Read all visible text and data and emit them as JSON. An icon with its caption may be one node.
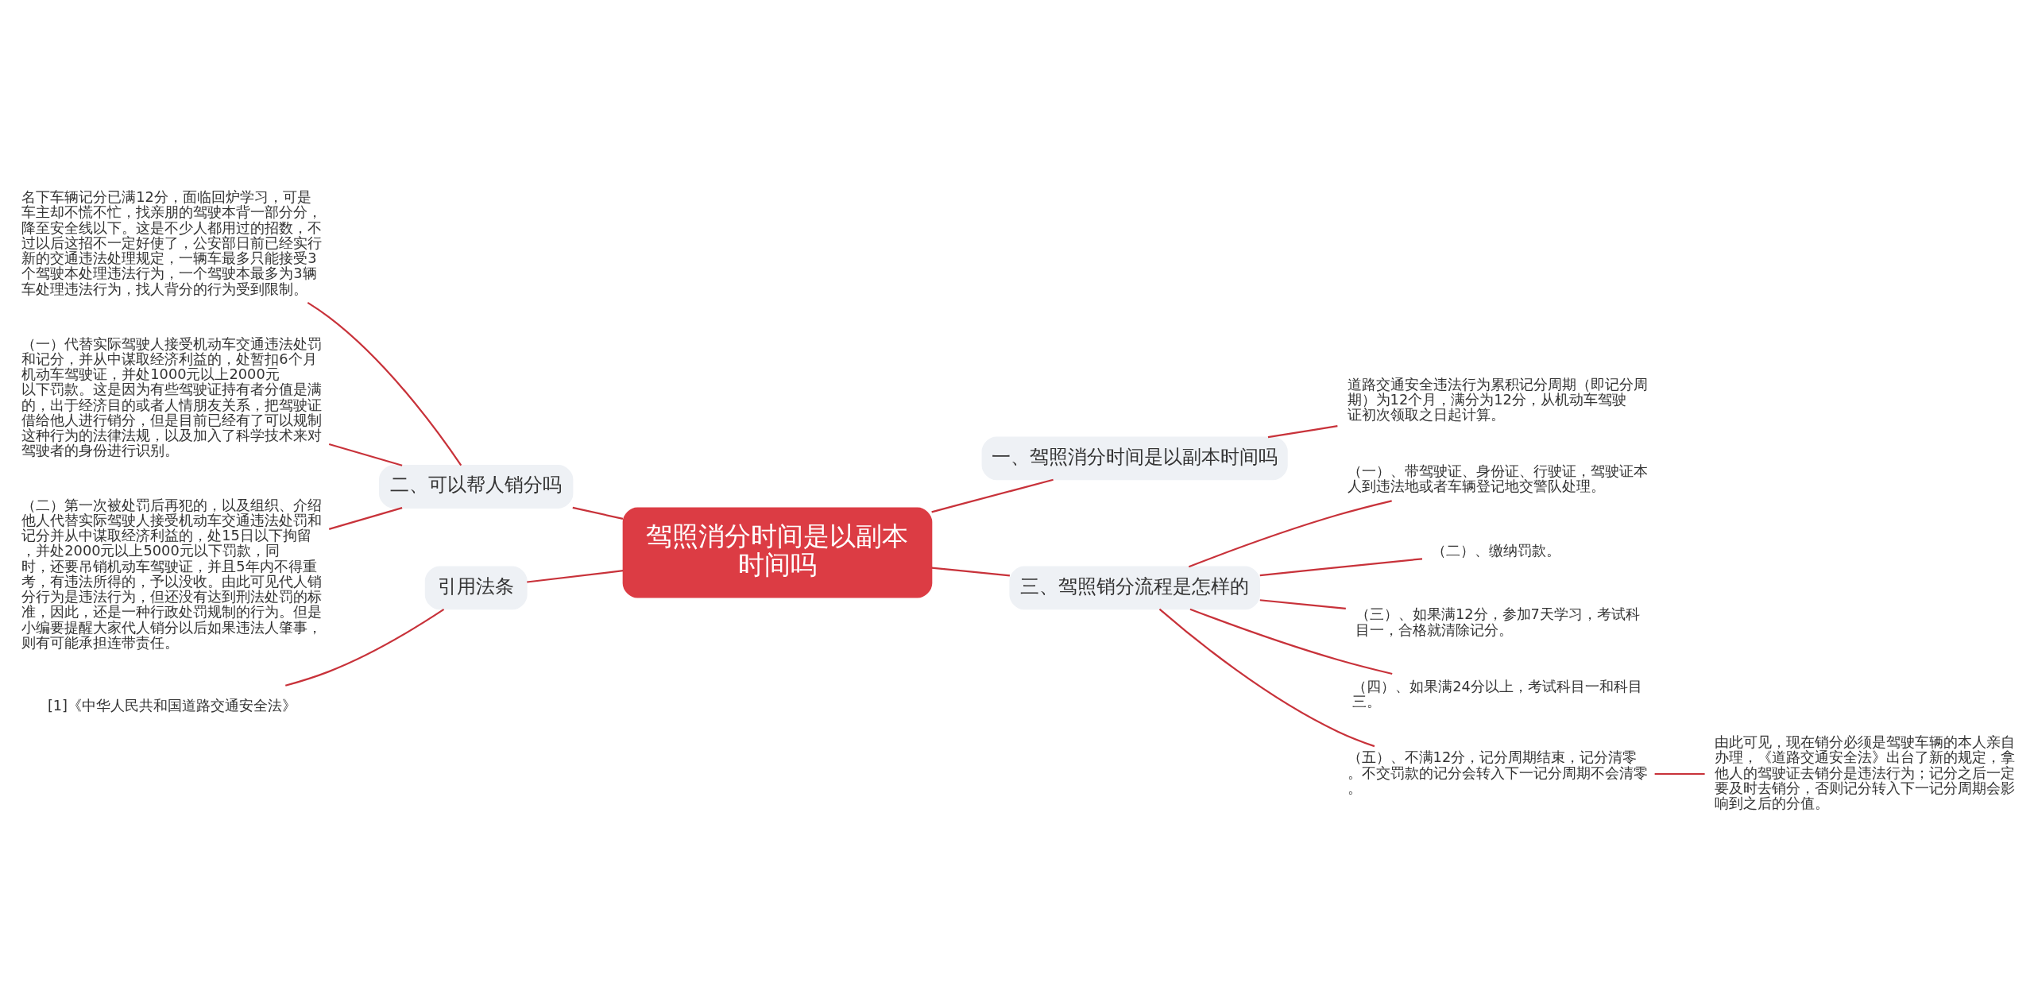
{
  "diagram": {
    "nodes": [
      {
        "text": [
          "驾照消分时间是以副本时间吗"
        ]
      },
      {
        "text": [
          "二、可以帮人销分吗"
        ]
      },
      {
        "text": [
          "名下车辆记分已满12分，面临回炉学习，可是车主却不慌不忙，找亲朋的驾驶本背一部分分，降至安全线以下。这是不少人都用过的招数，不过以后这招不一定好使了，公安部日前已经实行新的交通违法处理规定，一辆车最多只能接受3个驾驶本处理违法行为，一个驾驶本最多为3辆车处理违法行为，找人背分的行为受到限制。"
        ]
      },
      {
        "text": [
          "（一）代替实际驾驶人接受机动车交通违法处罚和记分，并从中谋取经济利益的，处暂扣6个月机动车驾驶证，并处1000元以上2000元以下罚款。这是因为有些驾驶证持有者分值是满的，出于经济目的或者人情朋友关系，把驾驶证借给他人进行销分，但是目前已经有了可以规制这种行为的法律法规，以及加入了科学技术来对驾驶者的身份进行识别。"
        ]
      },
      {
        "text": [
          "（二）第一次被处罚后再犯的，以及组织、介绍他人代替实际驾驶人接受机动车交通违法处罚和记分并从中谋取经济利益的，处15日以下拘留，并处2000元以上5000元以下罚款，同时，还要吊销机动车驾驶证，并且5年内不得重考，有违法所得的，予以没收。由此可见代人销分行为是违法行为，但还没有达到刑法处罚的标准，因此，还是一种行政处罚规制的行为。但是小编要提醒大家代人销分以后如果违法人肇事，则有可能承担连带责任。"
        ]
      },
      {
        "text": [
          "引用法条"
        ]
      },
      {
        "text": [
          "[1]《中华人民共和国道路交通安全法》"
        ]
      },
      {
        "text": [
          "一、驾照消分时间是以副本时间吗"
        ]
      },
      {
        "text": [
          "道路交通安全违法行为累积记分周期（即记分周期）为12个月，满分为12分，从机动车驾驶证初次领取之日起计算。"
        ]
      },
      {
        "text": [
          "三、驾照销分流程是怎样的"
        ]
      },
      {
        "text": [
          "（一）、带驾驶证、身份证、行驶证，驾驶证本人到违法地或者车辆登记地交警队处理。"
        ]
      },
      {
        "text": [
          "（二）、缴纳罚款。"
        ]
      },
      {
        "text": [
          "（三）、如果满12分，参加7天学习，考试科目一，合格就清除记分。"
        ]
      },
      {
        "text": [
          "（四）、如果满24分以上，考试科目一和科目三。"
        ]
      },
      {
        "text": [
          "（五）、不满12分，记分周期结束，记分清零。不交罚款的记分会转入下一记分周期不会清零。"
        ]
      },
      {
        "text": [
          "由此可见，现在销分必须是驾驶车辆的本人亲自办理，《道路交通安全法》出台了新的规定，拿他人的驾驶证去销分是违法行为；记分之后一定要及时去销分，否则记分转入下一记分周期会影响到之后的分值。"
        ]
      }
    ],
    "edges": [
      {
        "from": 0,
        "to": 1,
        "arrow": "none"
      },
      {
        "from": 1,
        "to": 2,
        "arrow": "none"
      },
      {
        "from": 1,
        "to": 3,
        "arrow": "none"
      },
      {
        "from": 1,
        "to": 4,
        "arrow": "none"
      },
      {
        "from": 0,
        "to": 5,
        "arrow": "none"
      },
      {
        "from": 5,
        "to": 6,
        "arrow": "none"
      },
      {
        "from": 0,
        "to": 7,
        "arrow": "none"
      },
      {
        "from": 7,
        "to": 8,
        "arrow": "none"
      },
      {
        "from": 0,
        "to": 9,
        "arrow": "none"
      },
      {
        "from": 9,
        "to": 10,
        "arrow": "none"
      },
      {
        "from": 9,
        "to": 11,
        "arrow": "none"
      },
      {
        "from": 9,
        "to": 12,
        "arrow": "none"
      },
      {
        "from": 9,
        "to": 13,
        "arrow": "none"
      },
      {
        "from": 9,
        "to": 14,
        "arrow": "none"
      },
      {
        "from": 14,
        "to": 15,
        "arrow": "none"
      }
    ]
  }
}
